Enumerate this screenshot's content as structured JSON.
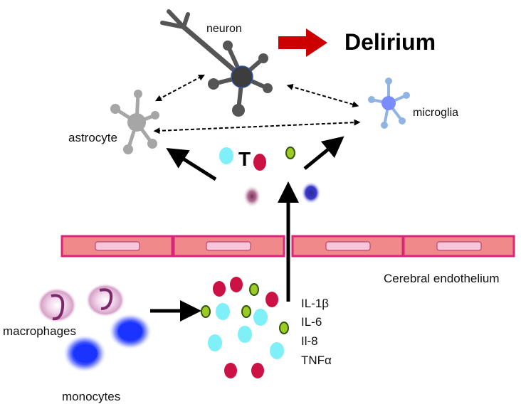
{
  "labels": {
    "neuron": "neuron",
    "outcome": "Delirium",
    "astrocyte": "astrocyte",
    "microglia": "microglia",
    "endothelium": "Cerebral endothelium",
    "macrophages": "macrophages",
    "monocytes": "monocytes",
    "t_cell": "T"
  },
  "cytokines": [
    "IL-1β",
    "IL-6",
    "Il-8",
    "TNFα"
  ],
  "colors": {
    "neuron": "#555555",
    "astrocyte": "#a6a6a6",
    "microglia": "#8fb4e3",
    "microglia_core": "#7b8cff",
    "delirium_arrow": "#cc0000",
    "endothelium_fill": "#f08a8a",
    "endothelium_border": "#d9267a",
    "nucleus_fill": "#f7c6da",
    "crimson_particle": "#cc1144",
    "cyan_particle": "#7ff0f7",
    "green_particle": "#9ccc22",
    "monocyte_nucleus": "#1a33ff"
  }
}
